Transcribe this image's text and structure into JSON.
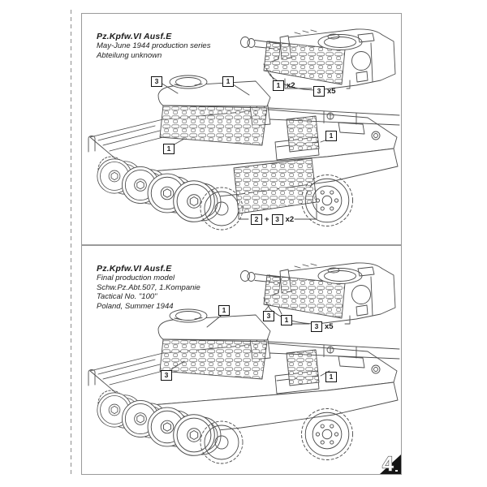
{
  "page": {
    "number": "4"
  },
  "panels": [
    {
      "title": "Pz.Kpfw.VI Ausf.E",
      "lines": [
        "May-June 1944 production series",
        "Abteilung unknown"
      ],
      "labels": {
        "turret_left": "3",
        "turret_right": "1",
        "rear_deck": "1",
        "front_hull": "1"
      },
      "formula": {
        "first": "2",
        "op": "+",
        "second": "3",
        "qty": "x2"
      },
      "inset": {
        "l1_num": "1",
        "l1_qty": "x2",
        "l2_num": "3",
        "l2_qty": "x5"
      }
    },
    {
      "title": "Pz.Kpfw.VI Ausf.E",
      "lines": [
        "Final production model",
        "Schw.Pz.Abt.507, 1.Kompanie",
        "Tactical No. \"100\"",
        "Poland, Summer 1944"
      ],
      "labels": {
        "turret_top": "1",
        "turret_side": "3",
        "front_hull": "1"
      },
      "inset": {
        "la": "3",
        "lb": "1",
        "l2_num": "3",
        "l2_qty": "x5"
      }
    }
  ]
}
